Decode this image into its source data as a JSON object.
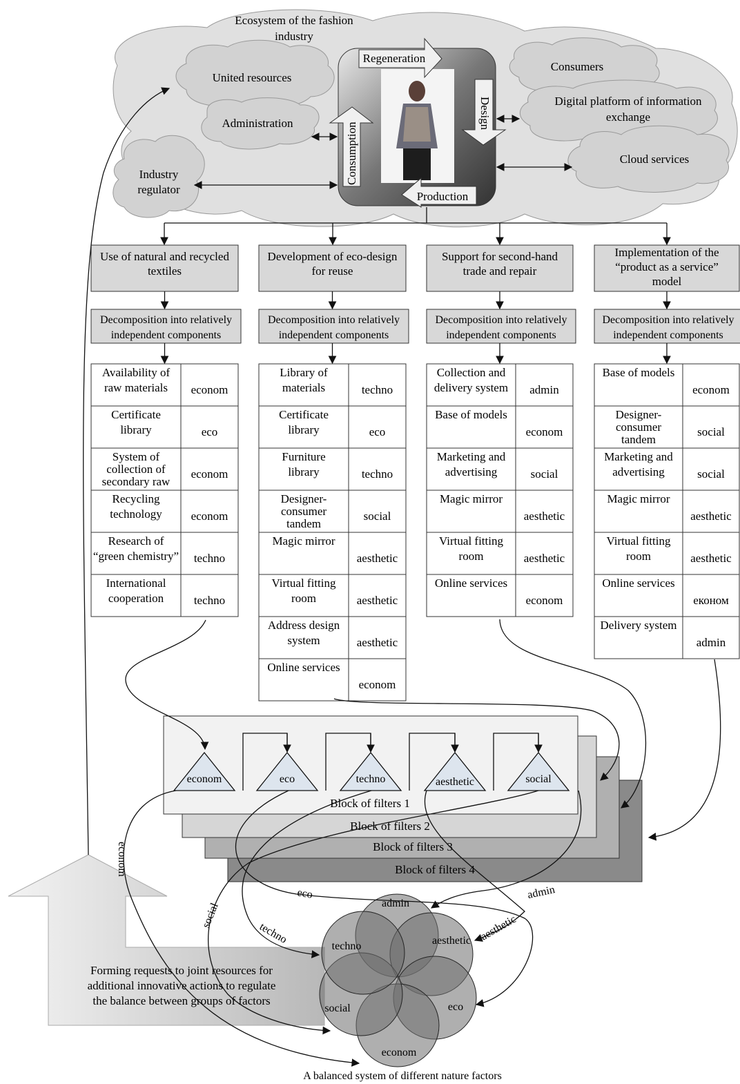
{
  "ecosystem": {
    "title_line1": "Ecosystem of the fashion",
    "title_line2": "industry",
    "clouds": {
      "united_resources": "United resources",
      "administration": "Administration",
      "regulator_line1": "Industry",
      "regulator_line2": "regulator",
      "consumers": "Consumers",
      "platform_line1": "Digital platform of information",
      "platform_line2": "exchange",
      "cloud_services": "Cloud services"
    },
    "cycle": {
      "regeneration": "Regeneration",
      "design": "Design",
      "production": "Production",
      "consumption": "Consumption"
    }
  },
  "strategies": [
    {
      "title_lines": [
        "Use of natural and recycled",
        "textiles"
      ],
      "decomp_lines": [
        "Decomposition into relatively",
        "independent components"
      ],
      "rows": [
        {
          "name_lines": [
            "Availability of",
            "raw materials"
          ],
          "tag": "econom"
        },
        {
          "name_lines": [
            "Certificate",
            "library"
          ],
          "tag": "eco"
        },
        {
          "name_lines": [
            "System of",
            "collection of",
            "secondary raw"
          ],
          "tag": "econom"
        },
        {
          "name_lines": [
            "Recycling",
            "technology"
          ],
          "tag": "econom"
        },
        {
          "name_lines": [
            "Research of",
            "“green chemistry”"
          ],
          "tag": "techno"
        },
        {
          "name_lines": [
            "International",
            "cooperation"
          ],
          "tag": "techno"
        }
      ]
    },
    {
      "title_lines": [
        "Development of eco-design",
        "for reuse"
      ],
      "decomp_lines": [
        "Decomposition into relatively",
        "independent components"
      ],
      "rows": [
        {
          "name_lines": [
            "Library of",
            "materials"
          ],
          "tag": "techno"
        },
        {
          "name_lines": [
            "Certificate",
            "library"
          ],
          "tag": "eco"
        },
        {
          "name_lines": [
            "Furniture",
            "library"
          ],
          "tag": "techno"
        },
        {
          "name_lines": [
            "Designer-",
            "consumer",
            "tandem"
          ],
          "tag": "social"
        },
        {
          "name_lines": [
            "Magic mirror"
          ],
          "tag": "aesthetic"
        },
        {
          "name_lines": [
            "Virtual fitting",
            "room"
          ],
          "tag": "aesthetic"
        },
        {
          "name_lines": [
            "Address design",
            "system"
          ],
          "tag": "aesthetic"
        },
        {
          "name_lines": [
            "Online services"
          ],
          "tag": "econom"
        }
      ]
    },
    {
      "title_lines": [
        "Support for second-hand",
        "trade and repair"
      ],
      "decomp_lines": [
        "Decomposition into relatively",
        "independent components"
      ],
      "rows": [
        {
          "name_lines": [
            "Collection and",
            "delivery system"
          ],
          "tag": "admin"
        },
        {
          "name_lines": [
            "Base of models"
          ],
          "tag": "econom"
        },
        {
          "name_lines": [
            "Marketing and",
            "advertising"
          ],
          "tag": "social"
        },
        {
          "name_lines": [
            "Magic mirror"
          ],
          "tag": "aesthetic"
        },
        {
          "name_lines": [
            "Virtual fitting",
            "room"
          ],
          "tag": "aesthetic"
        },
        {
          "name_lines": [
            "Online services"
          ],
          "tag": "econom"
        }
      ]
    },
    {
      "title_lines": [
        "Implementation of the",
        "“product as a service”",
        "model"
      ],
      "decomp_lines": [
        "Decomposition into relatively",
        "independent components"
      ],
      "rows": [
        {
          "name_lines": [
            "Base of models"
          ],
          "tag": "econom"
        },
        {
          "name_lines": [
            "Designer-",
            "consumer",
            "tandem"
          ],
          "tag": "social"
        },
        {
          "name_lines": [
            "Marketing and",
            "advertising"
          ],
          "tag": "social"
        },
        {
          "name_lines": [
            "Magic mirror"
          ],
          "tag": "aesthetic"
        },
        {
          "name_lines": [
            "Virtual fitting",
            "room"
          ],
          "tag": "aesthetic"
        },
        {
          "name_lines": [
            "Online services"
          ],
          "tag": "економ"
        },
        {
          "name_lines": [
            "Delivery system"
          ],
          "tag": "admin"
        }
      ]
    }
  ],
  "filters": {
    "triangles": [
      "econom",
      "eco",
      "techno",
      "aesthetic",
      "social"
    ],
    "blocks": [
      "Block of filters 1",
      "Block of filters 2",
      "Block of filters 3",
      "Block of filters 4"
    ]
  },
  "flow_labels": {
    "econom": "econom",
    "eco": "eco",
    "admin": "admin",
    "social": "social",
    "techno": "techno",
    "aesthetic": "aesthetic"
  },
  "balance": {
    "circles": [
      "admin",
      "aesthetic",
      "eco",
      "econom",
      "social",
      "techno"
    ],
    "caption": "A balanced system of different nature factors"
  },
  "requests_lines": [
    "Forming requests to joint resources for",
    "additional innovative actions to regulate",
    "the balance between groups of factors"
  ]
}
